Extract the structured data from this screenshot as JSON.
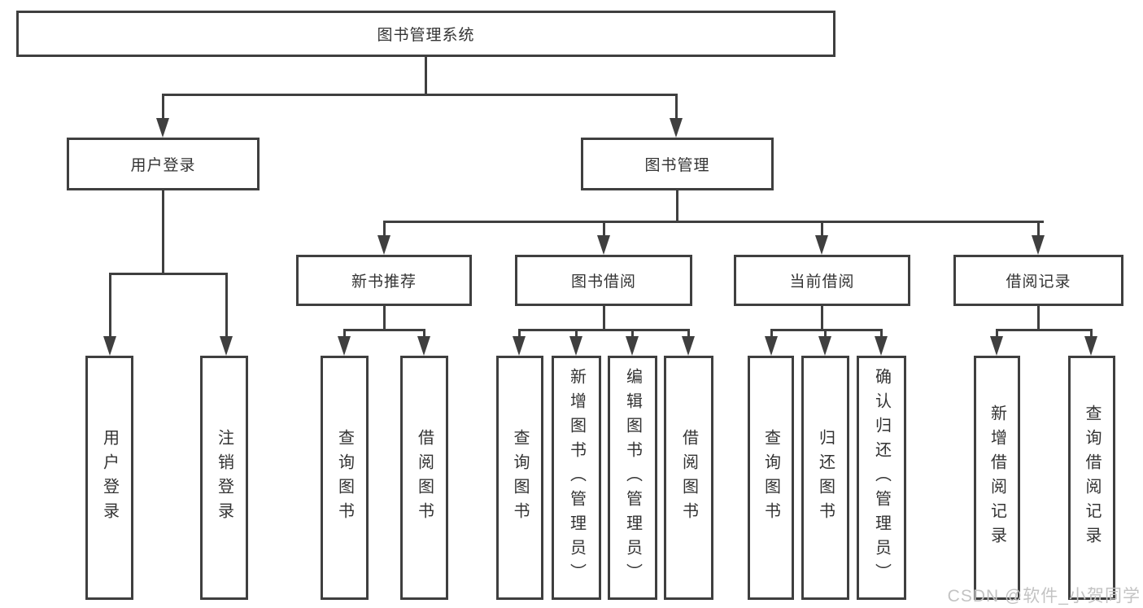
{
  "colors": {
    "line": "#3f3f3f",
    "text": "#333333",
    "watermark": "#c3c3c3",
    "background": "#ffffff"
  },
  "watermark": "CSDN @软件_小贺同学",
  "tree": {
    "root": "图书管理系统",
    "user_login": {
      "label": "用户登录",
      "children": [
        "用户登录",
        "注销登录"
      ]
    },
    "book_management": {
      "label": "图书管理",
      "children": [
        {
          "label": "新书推荐",
          "children": [
            "查询图书",
            "借阅图书"
          ]
        },
        {
          "label": "图书借阅",
          "children": [
            "查询图书",
            "新增图书（管理员）",
            "编辑图书（管理员）",
            "借阅图书"
          ]
        },
        {
          "label": "当前借阅",
          "children": [
            "查询图书",
            "归还图书",
            "确认归还（管理员）"
          ]
        },
        {
          "label": "借阅记录",
          "children": [
            "新增借阅记录",
            "查询借阅记录"
          ]
        }
      ]
    }
  }
}
